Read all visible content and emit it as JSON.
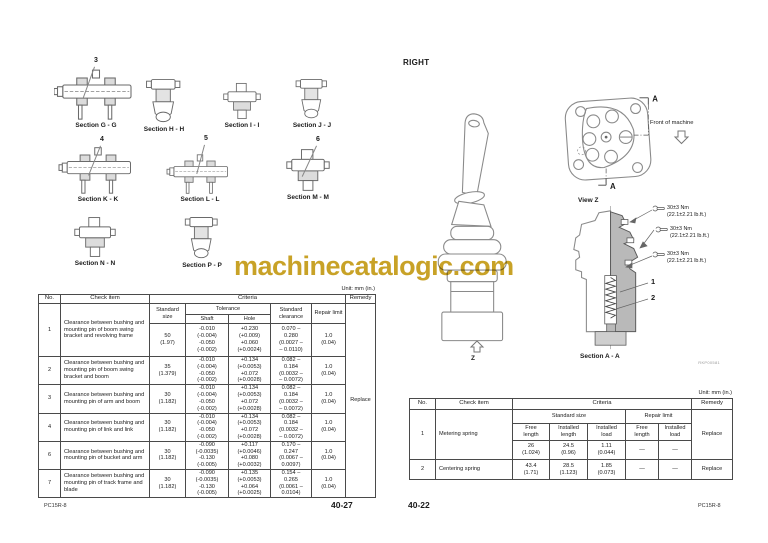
{
  "watermark": {
    "text": "machinecatalogic.com",
    "color": "#C49A14"
  },
  "left_page": {
    "sections": [
      {
        "label": "Section G - G"
      },
      {
        "label": "Section H - H"
      },
      {
        "label": "Section I - I"
      },
      {
        "label": "Section J - J"
      },
      {
        "label": "Section K - K"
      },
      {
        "label": "Section L - L"
      },
      {
        "label": "Section M - M"
      },
      {
        "label": "Section N - N"
      },
      {
        "label": "Section P - P"
      }
    ],
    "callouts": [
      "3",
      "4",
      "5",
      "6"
    ],
    "unit_label": "Unit: mm (in.)",
    "table": {
      "headers": {
        "no": "No.",
        "check_item": "Check item",
        "criteria": "Criteria",
        "remedy": "Remedy",
        "standard_size": "Standard size",
        "tolerance": "Tolerance",
        "shaft": "Shaft",
        "hole": "Hole",
        "standard_clearance": "Standard clearance",
        "repair_limit": "Repair limit"
      },
      "remedy_value": "Replace",
      "rows": [
        {
          "no": "1",
          "item": "Clearance between bushing and mounting pin of boom swing bracket and revolving frame",
          "size": "50\n(1.97)",
          "shaft": "-0.010\n(-0.004)\n-0.050\n(-0.002)",
          "hole": "+0.230\n(+0.009)\n+0.060\n(+0.0024)",
          "clearance": "0.070 –\n0.280\n(0.0027 –\n– 0.0110)",
          "repair": "1.0\n(0.04)"
        },
        {
          "no": "2",
          "item": "Clearance between bushing and mounting pin of boom swing bracket and boom",
          "size": "35\n(1.379)",
          "shaft": "-0.010\n(-0.004)\n-0.050\n(-0.002)",
          "hole": "+0.134\n(+0.0053)\n+0.072\n(+0.0028)",
          "clearance": "0.082 –\n0.184\n(0.0032 –\n– 0.0072)",
          "repair": "1.0\n(0.04)"
        },
        {
          "no": "3",
          "item": "Clearance between bushing and mounting pin of arm and boom",
          "size": "30\n(1.182)",
          "shaft": "-0.010\n(-0.004)\n-0.050\n(-0.002)",
          "hole": "+0.134\n(+0.0053)\n+0.072\n(+0.0028)",
          "clearance": "0.082 –\n0.184\n(0.0032 –\n– 0.0072)",
          "repair": "1.0\n(0.04)"
        },
        {
          "no": "4",
          "item": "Clearance between bushing and mounting pin of link and link",
          "size": "30\n(1.182)",
          "shaft": "-0.010\n(-0.004)\n-0.050\n(-0.002)",
          "hole": "+0.134\n(+0.0053)\n+0.072\n(+0.0028)",
          "clearance": "0.082 –\n0.184\n(0.0032 –\n– 0.0072)",
          "repair": "1.0\n(0.04)"
        },
        {
          "no": "6",
          "item": "Clearance between bushing and mounting pin of bucket and arm",
          "size": "30\n(1.182)",
          "shaft": "-0.090\n(-0.0035)\n-0.130\n(-0.005)",
          "hole": "+0.117\n(+0.0046)\n+0.080\n(+0.0032)",
          "clearance": "0.170 –\n0.247\n(0.0067 –\n0.0097)",
          "repair": "1.0\n(0.04)"
        },
        {
          "no": "7",
          "item": "Clearance between bushing and mounting pin of track frame and blade",
          "size": "30\n(1.182)",
          "shaft": "-0.090\n(-0.0035)\n-0.130\n(-0.005)",
          "hole": "+0.135\n(+0.0053)\n+0.064\n(+0.0025)",
          "clearance": "0.154 –\n0.265\n(0.0061 –\n0.0104)",
          "repair": "1.0\n(0.04)"
        }
      ]
    },
    "footer": {
      "model": "PC15R-8",
      "page": "40-27"
    }
  },
  "right_page": {
    "heading": "RIGHT",
    "labels": {
      "view_z": "View Z",
      "front_of_machine": "Front of machine",
      "z": "Z",
      "section_aa": "Section A - A",
      "a": "A",
      "part_1": "1",
      "part_2": "2",
      "drawing_code": "RKP00581"
    },
    "torque_callouts": [
      {
        "nm": "30±3 Nm",
        "lbft": "(22.1±2.21 lb.ft.)"
      },
      {
        "nm": "30±3 Nm",
        "lbft": "(22.1±2.21 lb.ft.)"
      },
      {
        "nm": "30±3 Nm",
        "lbft": "(22.1±2.21 lb.ft.)"
      }
    ],
    "unit_label": "Unit: mm (in.)",
    "table": {
      "headers": {
        "no": "No.",
        "check_item": "Check item",
        "criteria": "Criteria",
        "remedy": "Remedy",
        "standard_size": "Standard size",
        "repair_limit": "Repair limit",
        "free_length": "Free\nlength",
        "installed_length": "Installed\nlength",
        "installed_load": "Installed\nload"
      },
      "rows": [
        {
          "no": "1",
          "item": "Metering spring",
          "free_length": "26\n(1.024)",
          "installed_length": "24.5\n(0.96)",
          "installed_load": "1.11\n(0.044)",
          "repair_free_length": "—",
          "repair_installed_load": "—",
          "remedy": "Replace"
        },
        {
          "no": "2",
          "item": "Centering spring",
          "free_length": "43.4\n(1.71)",
          "installed_length": "28.5\n(1.123)",
          "installed_load": "1.85\n(0.073)",
          "repair_free_length": "—",
          "repair_installed_load": "—",
          "remedy": "Replace"
        }
      ]
    },
    "footer": {
      "page": "40-22",
      "model": "PC15R-8"
    }
  }
}
